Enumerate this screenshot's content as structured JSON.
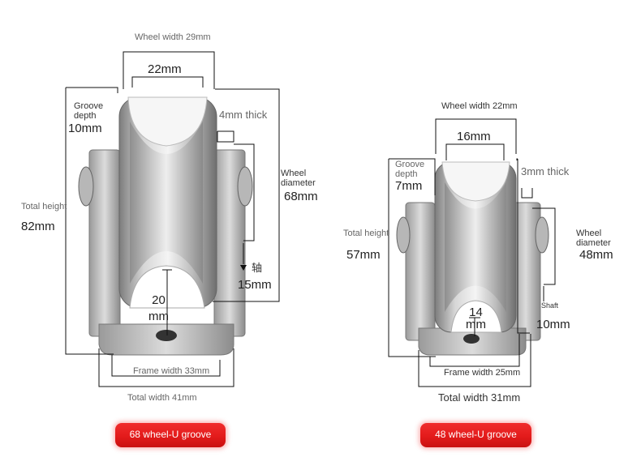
{
  "left_wheel": {
    "wheel_width": "Wheel width 29mm",
    "groove_width": "22mm",
    "groove_depth_label": "Groove\ndepth",
    "groove_depth_value": "10mm",
    "flange_thick": "4mm thick",
    "wheel_diameter_label": "Wheel\ndiameter",
    "wheel_diameter_value": "68mm",
    "total_height_label": "Total height",
    "total_height_value": "82mm",
    "axle_label": "轴",
    "axle_value": "15mm",
    "bore_value": "20\nmm",
    "frame_width": "Frame width 33mm",
    "total_width": "Total width 41mm",
    "badge": "68 wheel-U groove"
  },
  "right_wheel": {
    "wheel_width": "Wheel width 22mm",
    "groove_width": "16mm",
    "groove_depth_label": "Groove\ndepth",
    "groove_depth_value": "7mm",
    "flange_thick": "3mm thick",
    "wheel_diameter_label": "Wheel\ndiameter",
    "wheel_diameter_value": "48mm",
    "total_height_label": "Total height",
    "total_height_value": "57mm",
    "shaft_label": "Shaft",
    "shaft_value": "10mm",
    "bore_value": "14\nmm",
    "frame_width": "Frame width 25mm",
    "total_width": "Total width 31mm",
    "badge": "48 wheel-U groove"
  },
  "colors": {
    "badge_red": "#e52222",
    "steel_light": "#e8e8e8",
    "steel_dark": "#8a8a8a",
    "nylon": "#f2f2f2",
    "dimension_line": "#111111"
  }
}
